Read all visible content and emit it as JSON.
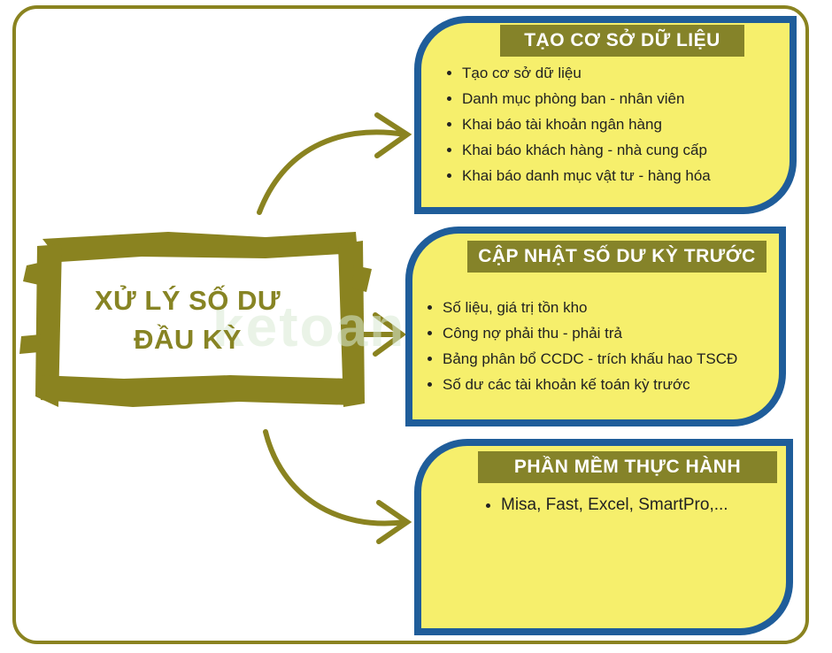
{
  "center_title_line1": "XỬ LÝ SỐ DƯ",
  "center_title_line2": "ĐẦU KỲ",
  "watermark": "ketoanthiênung",
  "boxes": [
    {
      "title": "TẠO CƠ SỞ DỮ LIỆU",
      "items": [
        "Tạo cơ sở dữ liệu",
        "Danh mục phòng ban - nhân viên",
        "Khai báo tài khoản ngân hàng",
        "Khai báo khách hàng - nhà cung cấp",
        "Khai báo danh mục vật tư  - hàng hóa"
      ]
    },
    {
      "title": "CẬP NHẬT SỐ DƯ KỲ TRƯỚC",
      "items": [
        "Số liệu, giá trị tồn kho",
        "Công nợ phải thu - phải trả",
        "Bảng phân bổ CCDC - trích khấu hao TSCĐ",
        "Số dư  các tài khoản kế toán kỳ trước"
      ]
    },
    {
      "title": "PHẦN MỀM THỰC HÀNH",
      "items": [
        "Misa, Fast, Excel, SmartPro,..."
      ]
    }
  ],
  "colors": {
    "olive": "#858329",
    "card_fill": "#f6ef6c",
    "card_border": "#1f5d9a"
  }
}
